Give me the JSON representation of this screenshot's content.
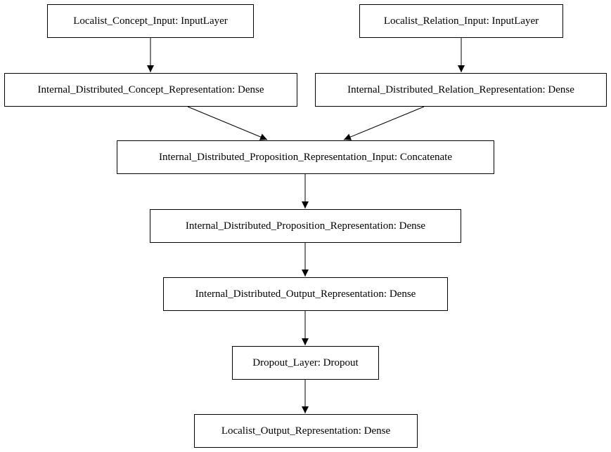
{
  "nodes": {
    "concept_input": "Localist_Concept_Input: InputLayer",
    "relation_input": "Localist_Relation_Input: InputLayer",
    "concept_rep": "Internal_Distributed_Concept_Representation: Dense",
    "relation_rep": "Internal_Distributed_Relation_Representation: Dense",
    "prop_input": "Internal_Distributed_Proposition_Representation_Input: Concatenate",
    "prop_rep": "Internal_Distributed_Proposition_Representation: Dense",
    "output_rep": "Internal_Distributed_Output_Representation: Dense",
    "dropout": "Dropout_Layer: Dropout",
    "localist_output": "Localist_Output_Representation: Dense"
  },
  "edges": [
    {
      "from": "concept_input",
      "to": "concept_rep"
    },
    {
      "from": "relation_input",
      "to": "relation_rep"
    },
    {
      "from": "concept_rep",
      "to": "prop_input"
    },
    {
      "from": "relation_rep",
      "to": "prop_input"
    },
    {
      "from": "prop_input",
      "to": "prop_rep"
    },
    {
      "from": "prop_rep",
      "to": "output_rep"
    },
    {
      "from": "output_rep",
      "to": "dropout"
    },
    {
      "from": "dropout",
      "to": "localist_output"
    }
  ],
  "colors": {
    "stroke": "#000000",
    "background": "#ffffff"
  }
}
